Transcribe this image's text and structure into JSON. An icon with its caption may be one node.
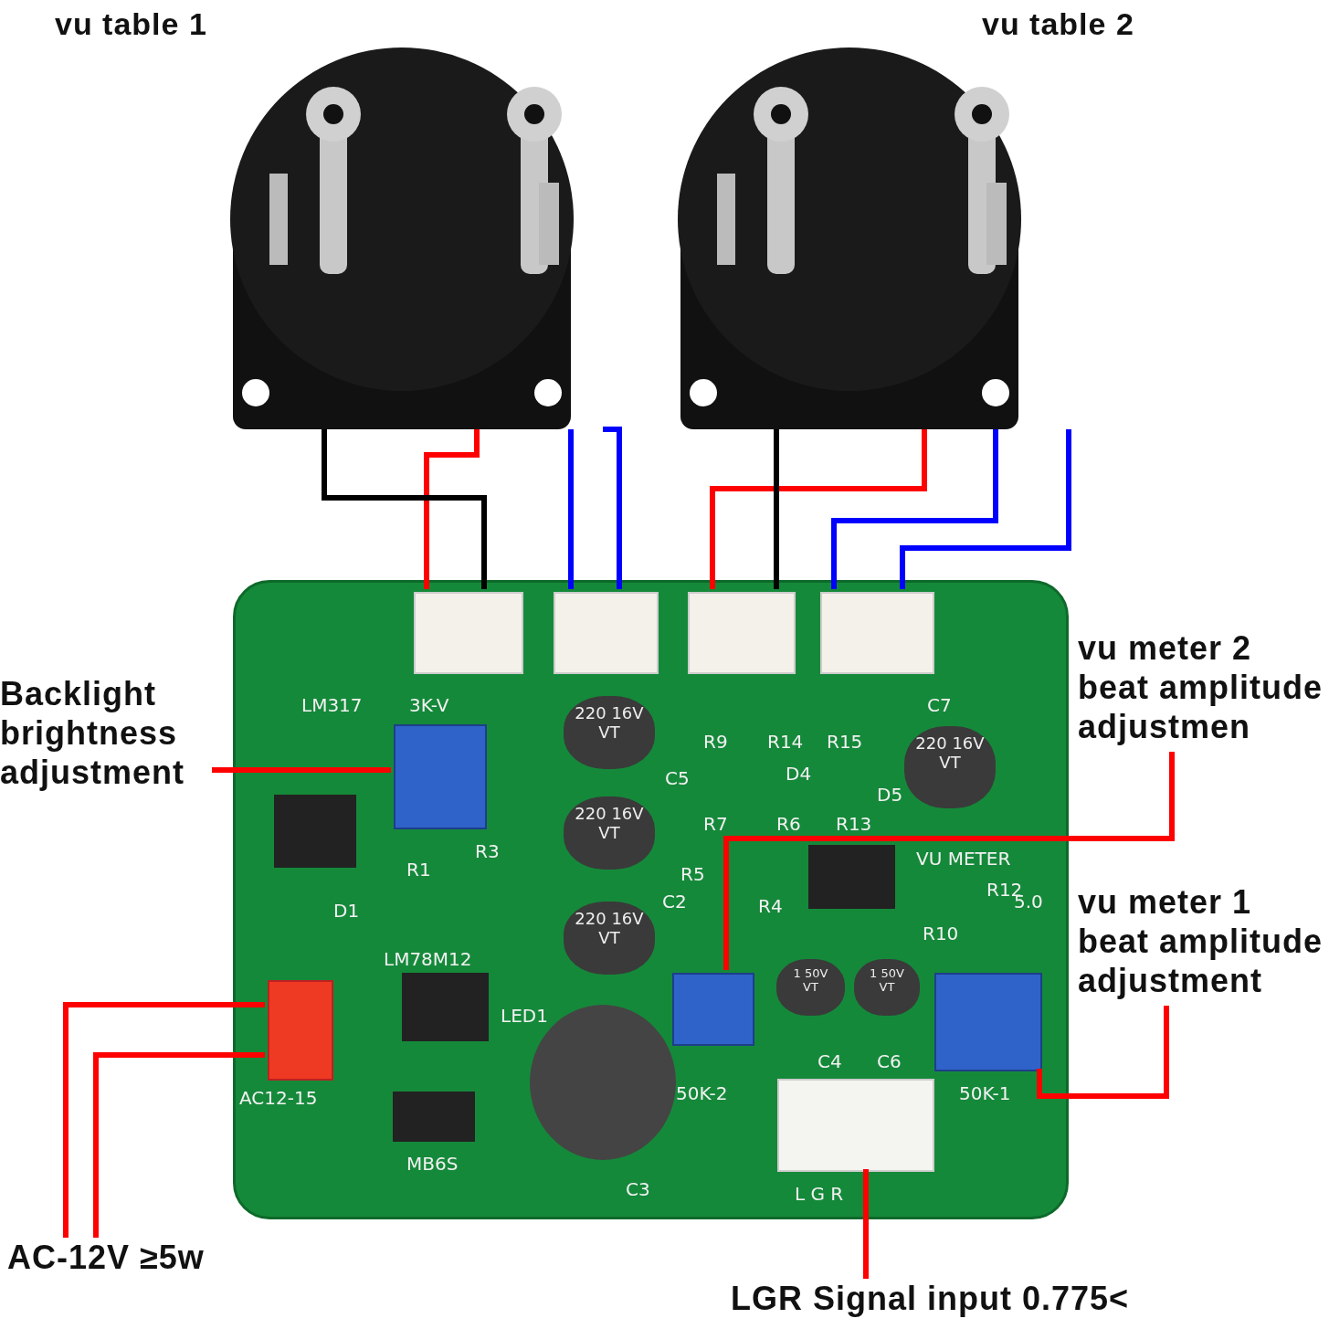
{
  "diagram": {
    "nodes": [
      {
        "text": [
          "vu table 1"
        ]
      },
      {
        "text": [
          "vu table 2"
        ]
      },
      {
        "text": [],
        "shape": "picture"
      },
      {
        "text": [],
        "shape": "box",
        "in": 2
      },
      {
        "text": [],
        "shape": "box",
        "in": 2
      },
      {
        "text": [],
        "shape": "box",
        "in": 2
      },
      {
        "text": [],
        "shape": "box",
        "in": 2
      },
      {
        "text": [
          "Backlight brightness adjustment"
        ]
      },
      {
        "text": [],
        "shape": "box",
        "in": 2
      },
      {
        "text": [
          "vu meter 2 beat amplitude adjustmen"
        ]
      },
      {
        "text": [],
        "shape": "box",
        "in": 2
      },
      {
        "text": [
          "vu meter 1 beat amplitude adjustment"
        ]
      },
      {
        "text": [],
        "shape": "box",
        "in": 2
      },
      {
        "text": [
          "AC-12V ≥5w"
        ]
      },
      {
        "text": [],
        "shape": "box",
        "in": 2
      },
      {
        "text": [
          "LGR Signal input 0.775<"
        ]
      },
      {
        "text": [],
        "shape": "box",
        "in": 2
      }
    ],
    "edges": [
      {
        "from": 0,
        "to": 3,
        "arrow": "none"
      },
      {
        "from": 0,
        "to": 3,
        "arrow": "none",
        "color": "#000000"
      },
      {
        "from": 0,
        "to": 4,
        "arrow": "none",
        "color": "#0000ff"
      },
      {
        "from": 0,
        "to": 4,
        "arrow": "none",
        "color": "#0000ff"
      },
      {
        "from": 1,
        "to": 5,
        "arrow": "none"
      },
      {
        "from": 1,
        "to": 5,
        "arrow": "none",
        "color": "#000000"
      },
      {
        "from": 1,
        "to": 6,
        "arrow": "none",
        "color": "#0000ff"
      },
      {
        "from": 1,
        "to": 6,
        "arrow": "none",
        "color": "#0000ff"
      },
      {
        "from": 7,
        "to": 8,
        "arrow": "none"
      },
      {
        "from": 9,
        "to": 10,
        "arrow": "none"
      },
      {
        "from": 11,
        "to": 12,
        "arrow": "none"
      },
      {
        "from": 13,
        "to": 14,
        "arrow": "none"
      },
      {
        "from": 13,
        "to": 14,
        "arrow": "none"
      },
      {
        "from": 15,
        "to": 16,
        "arrow": "none"
      }
    ],
    "labels": [
      "LM317",
      "3K-V",
      "R3",
      "R1",
      "D1",
      "LM78M12",
      "AC12-15",
      "LED1",
      "C5",
      "C2",
      "C3",
      "R9",
      "R14",
      "R15",
      "C7",
      "D4",
      "D5",
      "VU METER",
      "R7",
      "R6",
      "R13",
      "R5",
      "R4",
      "R12",
      "R10",
      "5.0",
      "50K-2",
      "50K-1",
      "C4",
      "C6",
      "L G R",
      "220 16V VT",
      "220 16V VT",
      "220 16V VT",
      "220 16V VT",
      "1 50V VT",
      "1 50V VT",
      "MB6S"
    ]
  }
}
